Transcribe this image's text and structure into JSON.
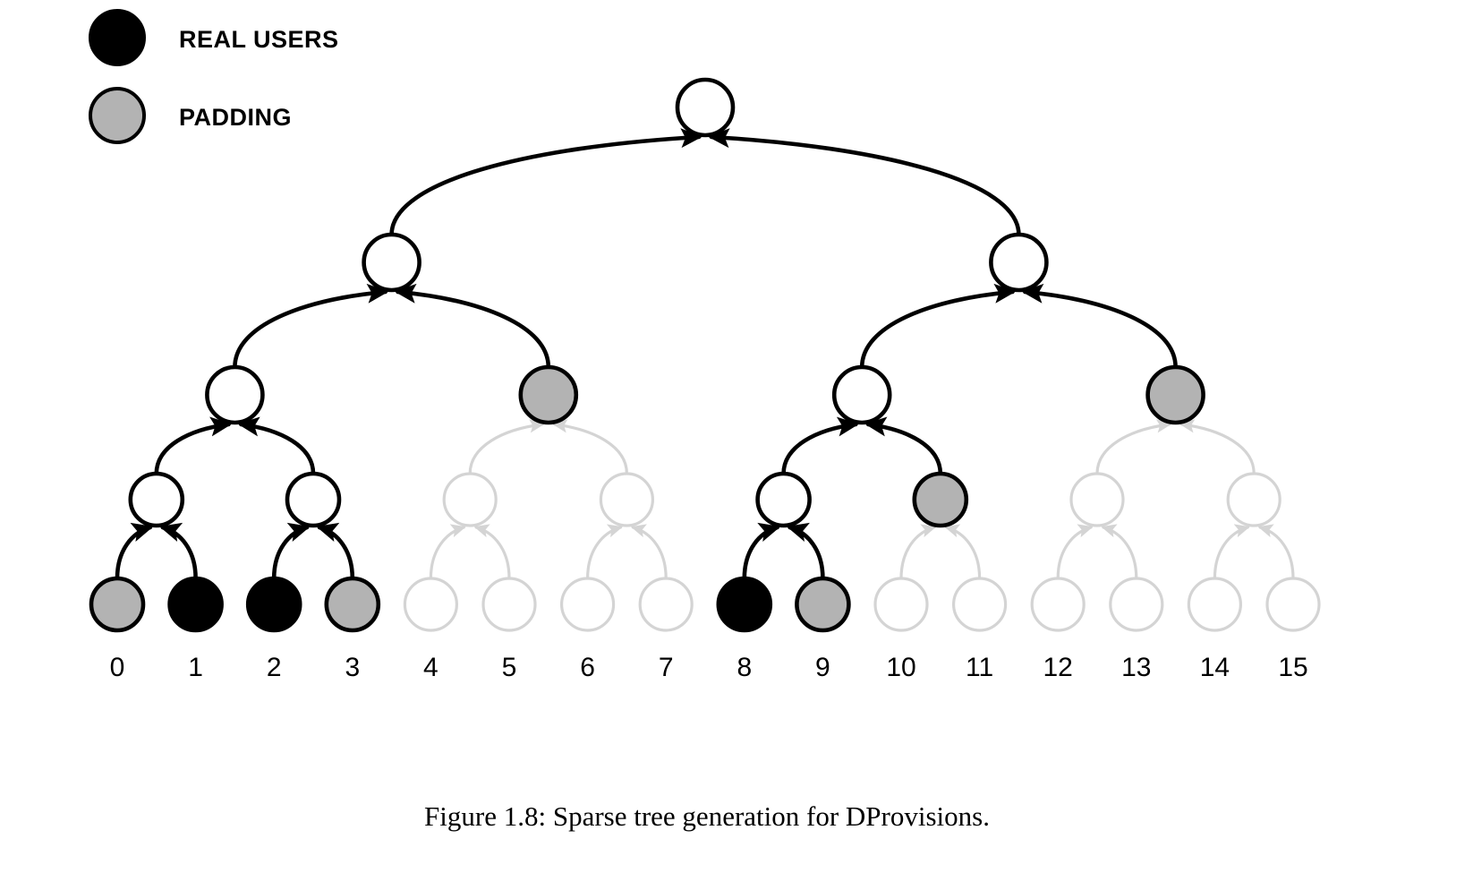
{
  "figure": {
    "caption": "Figure 1.8: Sparse tree generation for DProvisions.",
    "background": "#ffffff"
  },
  "legend": {
    "items": [
      {
        "label": "REAL USERS",
        "swatch": "real-user-swatch",
        "fill": "#000000",
        "stroke": "#000000"
      },
      {
        "label": "PADDING",
        "swatch": "padding-swatch",
        "fill": "#b3b3b3",
        "stroke": "#000000"
      }
    ]
  },
  "colors": {
    "active_stroke": "#000000",
    "faded_stroke": "#d4d4d4",
    "padding_fill": "#b3b3b3",
    "real_user_fill": "#000000",
    "empty_fill": "#ffffff"
  },
  "leaf_labels": [
    "0",
    "1",
    "2",
    "3",
    "4",
    "5",
    "6",
    "7",
    "8",
    "9",
    "10",
    "11",
    "12",
    "13",
    "14",
    "15"
  ],
  "chart_data": {
    "type": "diagram",
    "title": "Sparse tree generation for DProvisions",
    "description": "Binary Merkle-style tree over 16 leaf slots. Real user leaves are solid black, padding leaves are gray, pruned/unused nodes are faded light gray.",
    "levels": 5,
    "leaf_count": 16,
    "nodes": [
      {
        "id": "root",
        "level": 0,
        "index": 0,
        "fill": "empty",
        "state": "active"
      },
      {
        "id": "L1-0",
        "level": 1,
        "index": 0,
        "fill": "empty",
        "state": "active"
      },
      {
        "id": "L1-1",
        "level": 1,
        "index": 1,
        "fill": "empty",
        "state": "active"
      },
      {
        "id": "L2-0",
        "level": 2,
        "index": 0,
        "fill": "empty",
        "state": "active"
      },
      {
        "id": "L2-1",
        "level": 2,
        "index": 1,
        "fill": "padding",
        "state": "active"
      },
      {
        "id": "L2-2",
        "level": 2,
        "index": 2,
        "fill": "empty",
        "state": "active"
      },
      {
        "id": "L2-3",
        "level": 2,
        "index": 3,
        "fill": "padding",
        "state": "active"
      },
      {
        "id": "L3-0",
        "level": 3,
        "index": 0,
        "fill": "empty",
        "state": "active"
      },
      {
        "id": "L3-1",
        "level": 3,
        "index": 1,
        "fill": "empty",
        "state": "active"
      },
      {
        "id": "L3-2",
        "level": 3,
        "index": 2,
        "fill": "empty",
        "state": "faded"
      },
      {
        "id": "L3-3",
        "level": 3,
        "index": 3,
        "fill": "empty",
        "state": "faded"
      },
      {
        "id": "L3-4",
        "level": 3,
        "index": 4,
        "fill": "empty",
        "state": "active"
      },
      {
        "id": "L3-5",
        "level": 3,
        "index": 5,
        "fill": "padding",
        "state": "active"
      },
      {
        "id": "L3-6",
        "level": 3,
        "index": 6,
        "fill": "empty",
        "state": "faded"
      },
      {
        "id": "L3-7",
        "level": 3,
        "index": 7,
        "fill": "empty",
        "state": "faded"
      },
      {
        "id": "leaf-0",
        "level": 4,
        "index": 0,
        "fill": "padding",
        "state": "active"
      },
      {
        "id": "leaf-1",
        "level": 4,
        "index": 1,
        "fill": "real_user",
        "state": "active"
      },
      {
        "id": "leaf-2",
        "level": 4,
        "index": 2,
        "fill": "real_user",
        "state": "active"
      },
      {
        "id": "leaf-3",
        "level": 4,
        "index": 3,
        "fill": "padding",
        "state": "active"
      },
      {
        "id": "leaf-4",
        "level": 4,
        "index": 4,
        "fill": "empty",
        "state": "faded"
      },
      {
        "id": "leaf-5",
        "level": 4,
        "index": 5,
        "fill": "empty",
        "state": "faded"
      },
      {
        "id": "leaf-6",
        "level": 4,
        "index": 6,
        "fill": "empty",
        "state": "faded"
      },
      {
        "id": "leaf-7",
        "level": 4,
        "index": 7,
        "fill": "empty",
        "state": "faded"
      },
      {
        "id": "leaf-8",
        "level": 4,
        "index": 8,
        "fill": "real_user",
        "state": "active"
      },
      {
        "id": "leaf-9",
        "level": 4,
        "index": 9,
        "fill": "padding",
        "state": "active"
      },
      {
        "id": "leaf-10",
        "level": 4,
        "index": 10,
        "fill": "empty",
        "state": "faded"
      },
      {
        "id": "leaf-11",
        "level": 4,
        "index": 11,
        "fill": "empty",
        "state": "faded"
      },
      {
        "id": "leaf-12",
        "level": 4,
        "index": 12,
        "fill": "empty",
        "state": "faded"
      },
      {
        "id": "leaf-13",
        "level": 4,
        "index": 13,
        "fill": "empty",
        "state": "faded"
      },
      {
        "id": "leaf-14",
        "level": 4,
        "index": 14,
        "fill": "empty",
        "state": "faded"
      },
      {
        "id": "leaf-15",
        "level": 4,
        "index": 15,
        "fill": "empty",
        "state": "faded"
      }
    ],
    "edges": [
      {
        "from": "L1-0",
        "to": "root",
        "state": "active"
      },
      {
        "from": "L1-1",
        "to": "root",
        "state": "active"
      },
      {
        "from": "L2-0",
        "to": "L1-0",
        "state": "active"
      },
      {
        "from": "L2-1",
        "to": "L1-0",
        "state": "active"
      },
      {
        "from": "L2-2",
        "to": "L1-1",
        "state": "active"
      },
      {
        "from": "L2-3",
        "to": "L1-1",
        "state": "active"
      },
      {
        "from": "L3-0",
        "to": "L2-0",
        "state": "active"
      },
      {
        "from": "L3-1",
        "to": "L2-0",
        "state": "active"
      },
      {
        "from": "L3-2",
        "to": "L2-1",
        "state": "faded"
      },
      {
        "from": "L3-3",
        "to": "L2-1",
        "state": "faded"
      },
      {
        "from": "L3-4",
        "to": "L2-2",
        "state": "active"
      },
      {
        "from": "L3-5",
        "to": "L2-2",
        "state": "active"
      },
      {
        "from": "L3-6",
        "to": "L2-3",
        "state": "faded"
      },
      {
        "from": "L3-7",
        "to": "L2-3",
        "state": "faded"
      },
      {
        "from": "leaf-0",
        "to": "L3-0",
        "state": "active"
      },
      {
        "from": "leaf-1",
        "to": "L3-0",
        "state": "active"
      },
      {
        "from": "leaf-2",
        "to": "L3-1",
        "state": "active"
      },
      {
        "from": "leaf-3",
        "to": "L3-1",
        "state": "active"
      },
      {
        "from": "leaf-4",
        "to": "L3-2",
        "state": "faded"
      },
      {
        "from": "leaf-5",
        "to": "L3-2",
        "state": "faded"
      },
      {
        "from": "leaf-6",
        "to": "L3-3",
        "state": "faded"
      },
      {
        "from": "leaf-7",
        "to": "L3-3",
        "state": "faded"
      },
      {
        "from": "leaf-8",
        "to": "L3-4",
        "state": "active"
      },
      {
        "from": "leaf-9",
        "to": "L3-4",
        "state": "active"
      },
      {
        "from": "leaf-10",
        "to": "L3-5",
        "state": "faded"
      },
      {
        "from": "leaf-11",
        "to": "L3-5",
        "state": "faded"
      },
      {
        "from": "leaf-12",
        "to": "L3-6",
        "state": "faded"
      },
      {
        "from": "leaf-13",
        "to": "L3-6",
        "state": "faded"
      },
      {
        "from": "leaf-14",
        "to": "L3-7",
        "state": "faded"
      },
      {
        "from": "leaf-15",
        "to": "L3-7",
        "state": "faded"
      }
    ]
  }
}
